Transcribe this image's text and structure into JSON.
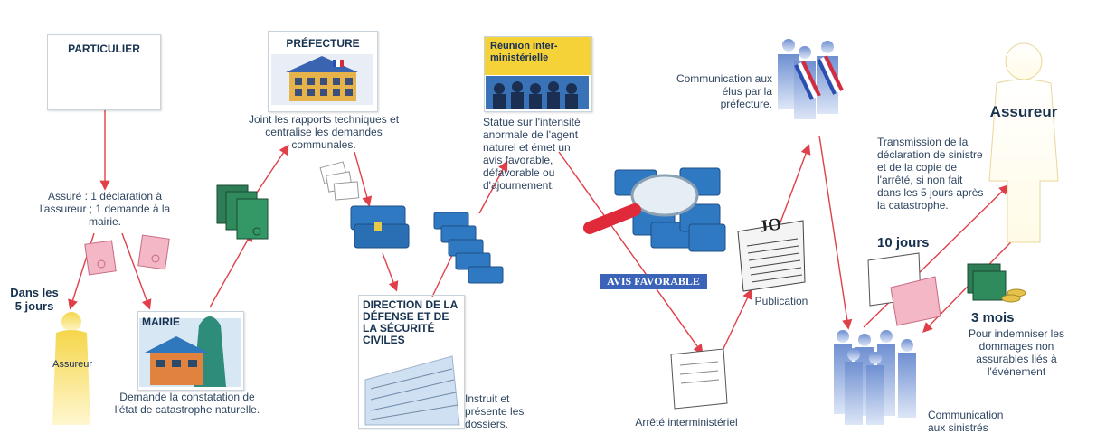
{
  "nodes": {
    "particulier": "PARTICULIER",
    "prefecture": "PRÉFECTURE",
    "reunion": "Réunion inter-ministérielle",
    "mairie": "MAIRIE",
    "direction": "DIRECTION DE LA DÉFENSE ET DE LA SÉCURITÉ CIVILES",
    "assureur_small": "Assureur",
    "assureur_large": "Assureur"
  },
  "captions": {
    "assure": "Assuré : 1 déclaration à l'assureur ; 1 demande à la mairie.",
    "dans_les_5_jours": "Dans les 5 jours",
    "joint": "Joint les rapports techniques et centralise les demandes communales.",
    "statue": "Statue sur l'intensité anormale de l'agent naturel et émet un avis favorable, défavorable ou d'ajournement.",
    "avis_favorable": "AVIS FAVORABLE",
    "communication_elus": "Communication aux élus par la préfecture.",
    "transmission": "Transmission de la déclaration de sinistre et de la copie de l'arrêté, si non fait dans les 5 jours après la catastrophe.",
    "dix_jours": "10 jours",
    "trois_mois": "3 mois",
    "indemniser": "Pour indemniser les dommages non assurables liés à l'événement",
    "demande": "Demande la constatation de l'état de catastrophe naturelle.",
    "instruit": "Instruit et présente les dossiers.",
    "publication": "Publication",
    "jo": "JO",
    "arrete": "Arrêté interministériel",
    "communication_sinistres": "Communication aux sinistrés"
  },
  "colors": {
    "arrow": "#e0404a",
    "folder": "#2f79c2",
    "strap": "#e8c94a",
    "text": "#2e4560"
  }
}
